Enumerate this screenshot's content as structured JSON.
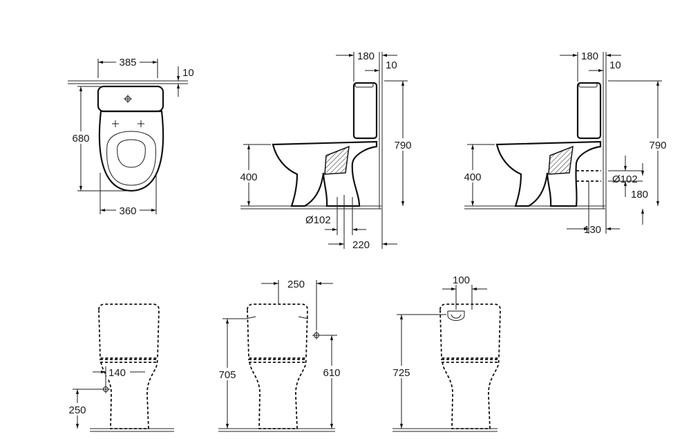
{
  "dimensions": {
    "top_view": {
      "width_tank": "385",
      "wall_gap": "10",
      "depth": "680",
      "width_bowl": "360"
    },
    "side_view_floor": {
      "tank_depth": "180",
      "wall_gap": "10",
      "height_total": "790",
      "seat_height": "400",
      "outlet_diameter": "Ø102",
      "outlet_offset": "220"
    },
    "side_view_wall": {
      "tank_depth": "180",
      "wall_gap": "10",
      "height_total": "790",
      "seat_height": "400",
      "outlet_diameter": "Ø102",
      "outlet_height": "180",
      "outlet_offset": "130"
    },
    "front_view_1": {
      "inlet_offset": "140",
      "inlet_height": "250"
    },
    "front_view_2": {
      "inlet_spacing": "250",
      "height_total": "705",
      "inlet_height": "610"
    },
    "front_view_3": {
      "inlet_offset": "100",
      "height_total": "725"
    }
  }
}
